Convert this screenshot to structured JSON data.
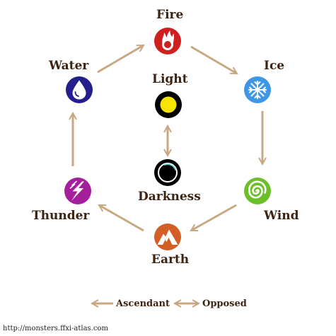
{
  "elements": {
    "fire": {
      "label": "Fire",
      "color": "#cf1f1f",
      "icon": "flame-ring-icon"
    },
    "ice": {
      "label": "Ice",
      "color": "#3f97e4",
      "icon": "snowflake-icon"
    },
    "wind": {
      "label": "Wind",
      "color": "#6cbf2a",
      "icon": "swirl-icon"
    },
    "earth": {
      "label": "Earth",
      "color": "#d25f26",
      "icon": "mountain-icon"
    },
    "thunder": {
      "label": "Thunder",
      "color": "#a51e9b",
      "icon": "lightning-icon"
    },
    "water": {
      "label": "Water",
      "color": "#241f8c",
      "icon": "water-drop-icon"
    },
    "light": {
      "label": "Light",
      "color": "#f7e400",
      "icon": "light-orb-icon"
    },
    "darkness": {
      "label": "Darkness",
      "color": "#000000",
      "icon": "dark-orb-icon"
    }
  },
  "cycle_order": [
    "fire",
    "ice",
    "wind",
    "earth",
    "thunder",
    "water"
  ],
  "opposed_pair": [
    "light",
    "darkness"
  ],
  "arrow_color": "#c8a882",
  "text_color": "#3d2412",
  "legend": {
    "ascendant_label": "Ascendant",
    "opposed_label": "Opposed"
  },
  "source_text": "http://monsters.ffxi-atlas.com"
}
